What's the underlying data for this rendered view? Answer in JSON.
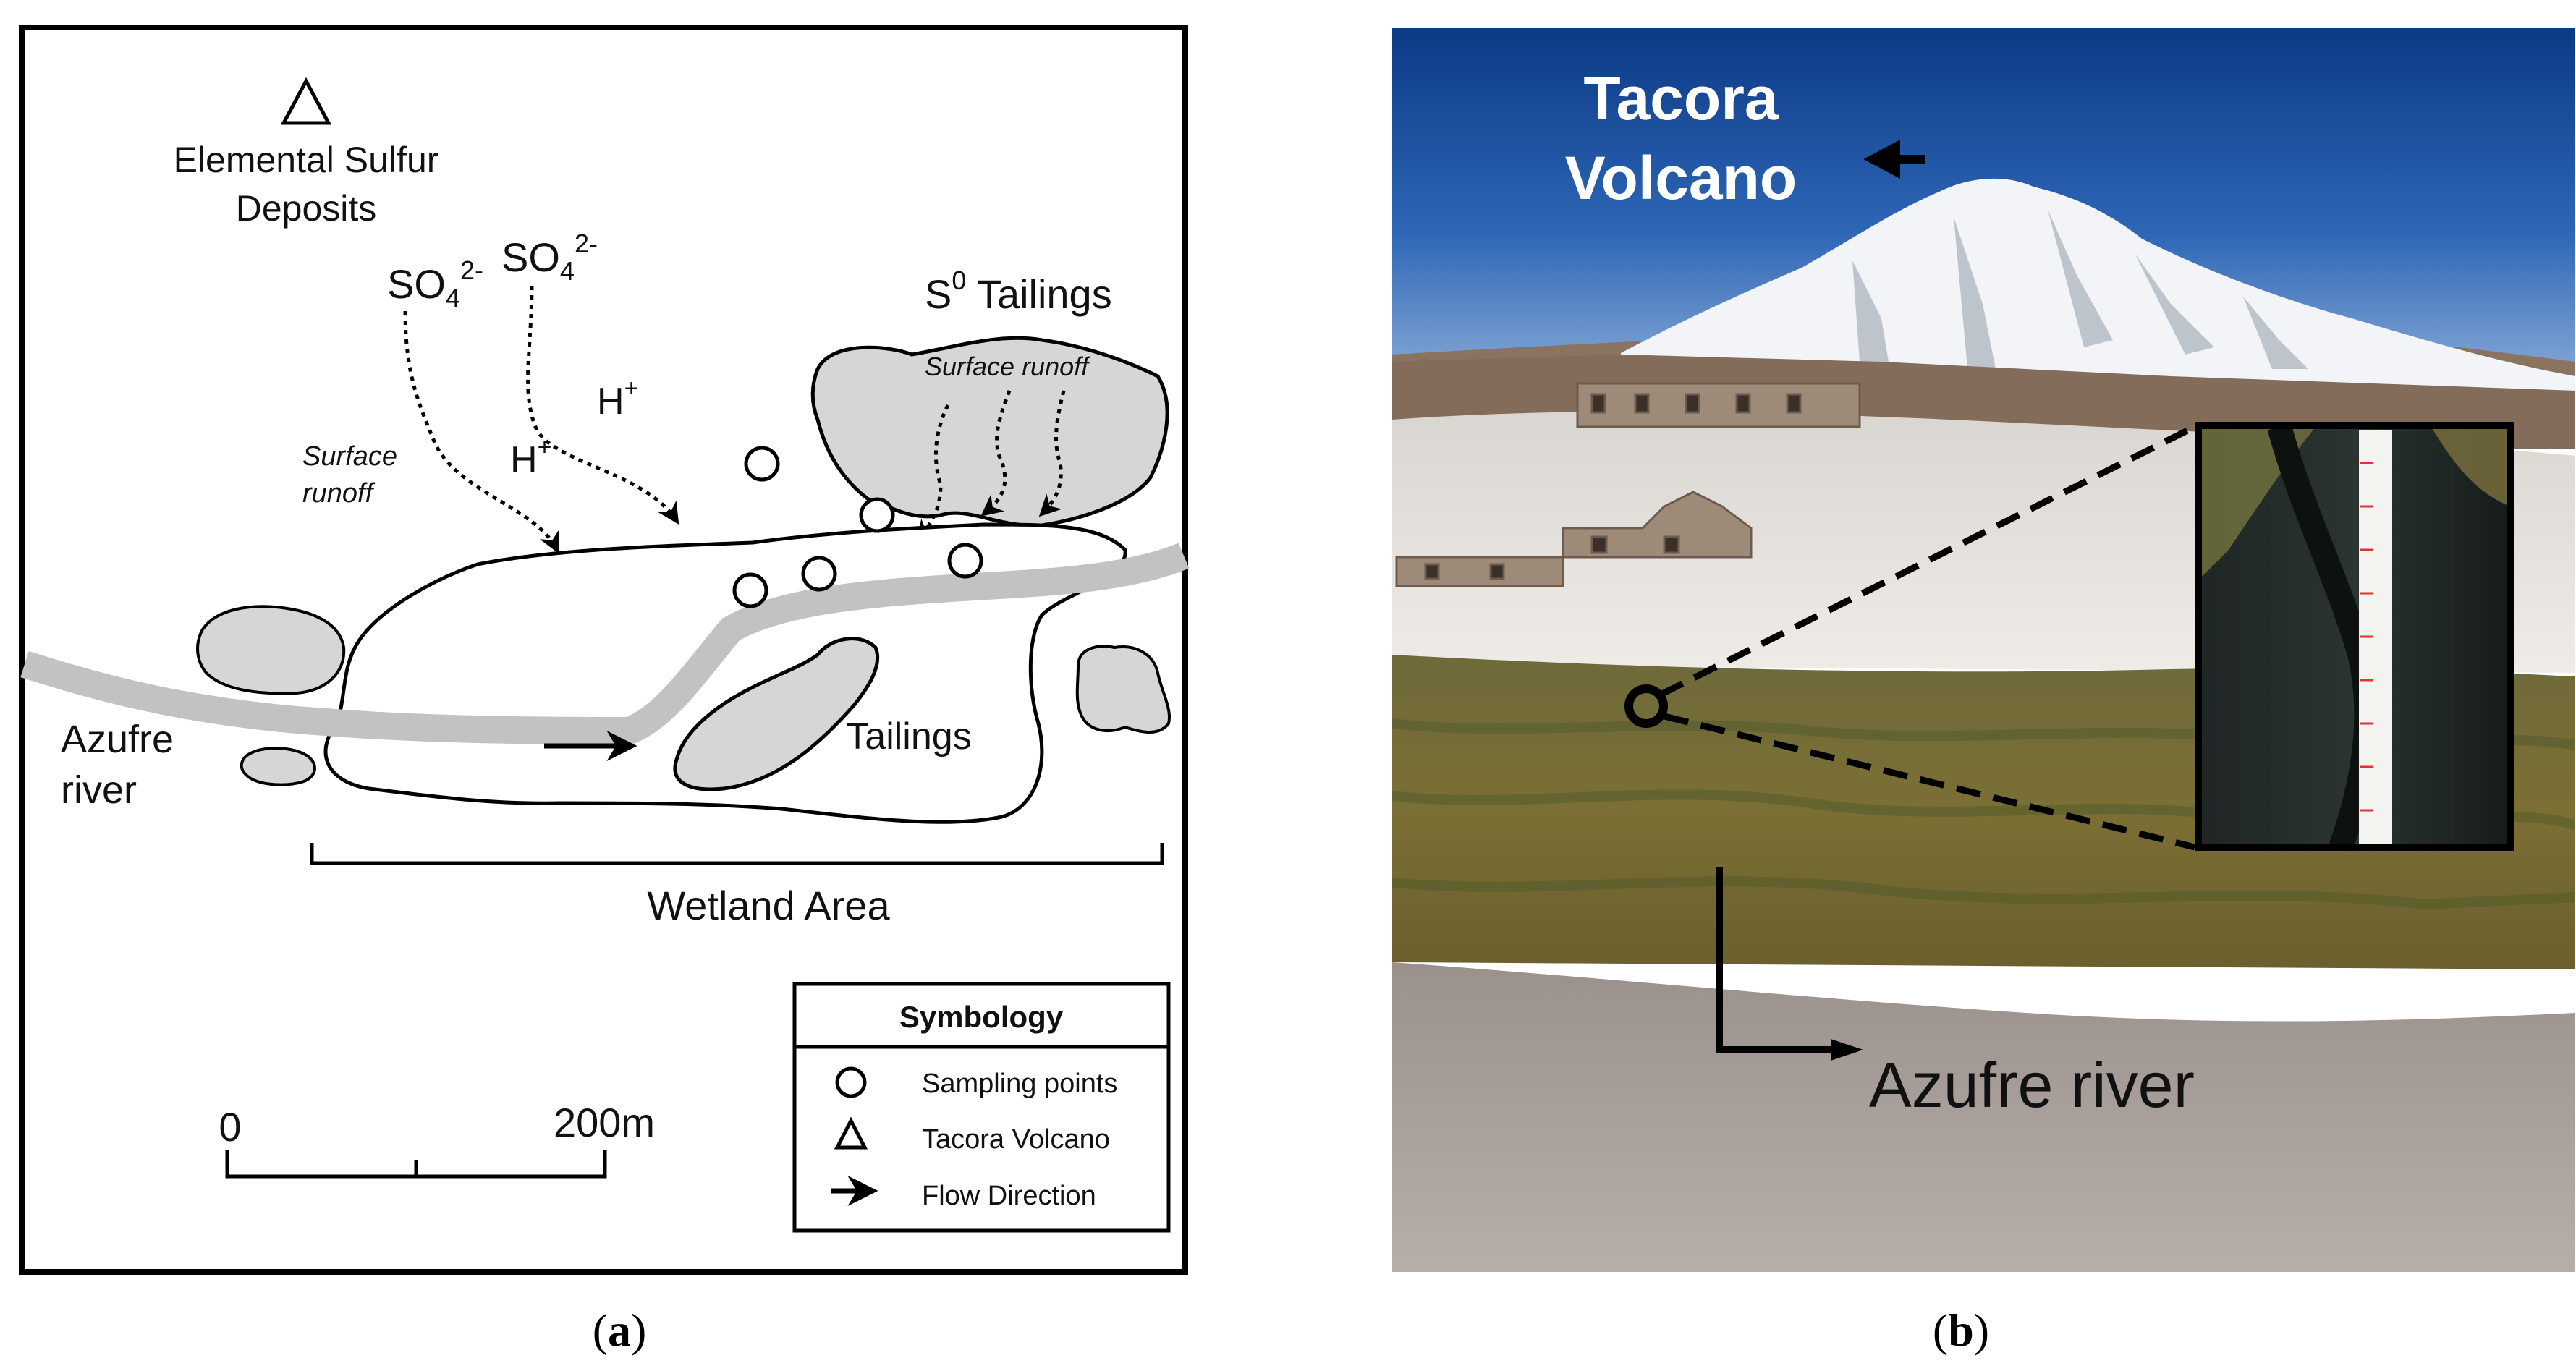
{
  "panel_a": {
    "volcano_label_line1": "Elemental Sulfur",
    "volcano_label_line2": "Deposits",
    "sulfate_1": "SO",
    "sulfate_1_sub": "4",
    "sulfate_1_sup": "2-",
    "sulfate_2": "SO",
    "sulfate_2_sub": "4",
    "sulfate_2_sup": "2-",
    "proton_1": "H",
    "proton_1_sup": "+",
    "proton_2": "H",
    "proton_2_sup": "+",
    "surface_runoff_left_line1": "Surface",
    "surface_runoff_left_line2": "runoff",
    "s0_tailings": "S",
    "s0_tailings_sup": "0",
    "s0_tailings_rest": " Tailings",
    "surface_runoff_right": "Surface runoff",
    "tailings": "Tailings",
    "river_line1": "Azufre",
    "river_line2": "river",
    "wetland_area": "Wetland Area",
    "scale_start": "0",
    "scale_end": "200m",
    "legend": {
      "title": "Symbology",
      "items": [
        {
          "icon": "circle-icon",
          "label": "Sampling points"
        },
        {
          "icon": "triangle-icon",
          "label": "Tacora Volcano"
        },
        {
          "icon": "arrow-right-icon",
          "label": "Flow Direction"
        }
      ]
    }
  },
  "panel_b": {
    "volcano_line1": "Tacora",
    "volcano_line2": "Volcano",
    "river": "Azufre river"
  },
  "captions": {
    "a": "a",
    "b": "b"
  },
  "colors": {
    "tailings_fill": "#d6d6d6",
    "river": "#c2c2c2",
    "sky": "#1f4f9c",
    "snow": "#f2f4f7"
  }
}
